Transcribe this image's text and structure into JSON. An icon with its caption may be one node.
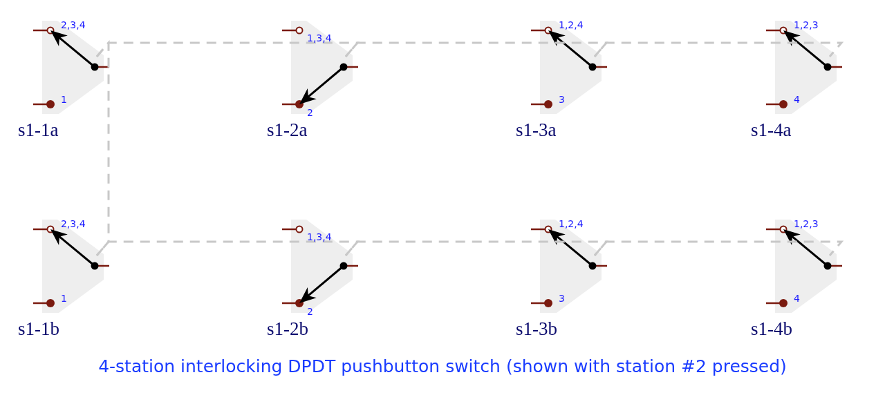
{
  "diagram": {
    "caption": "4-station interlocking DPDT pushbutton switch (shown with station #2 pressed)",
    "nodes": [
      {
        "text": [
          "2,3,4",
          "1",
          "s1-1a"
        ]
      },
      {
        "text": [
          "1,3,4",
          "2",
          "s1-2a"
        ]
      },
      {
        "text": [
          "1,2,4",
          "3",
          "s1-3a"
        ]
      },
      {
        "text": [
          "1,2,3",
          "4",
          "s1-4a"
        ]
      },
      {
        "text": [
          "2,3,4",
          "1",
          "s1-1b"
        ]
      },
      {
        "text": [
          "1,3,4",
          "2",
          "s1-2b"
        ]
      },
      {
        "text": [
          "1,2,4",
          "3",
          "s1-3b"
        ]
      },
      {
        "text": [
          "1,2,3",
          "4",
          "s1-4b"
        ]
      }
    ],
    "edges": [
      {
        "from": 0,
        "to": 1,
        "arrow": "none",
        "style": "dashed"
      },
      {
        "from": 1,
        "to": 2,
        "arrow": "none",
        "style": "dashed"
      },
      {
        "from": 2,
        "to": 3,
        "arrow": "none",
        "style": "dashed"
      },
      {
        "from": 0,
        "to": 4,
        "arrow": "none",
        "style": "dashed"
      },
      {
        "from": 4,
        "to": 5,
        "arrow": "none",
        "style": "dashed"
      },
      {
        "from": 5,
        "to": 6,
        "arrow": "none",
        "style": "dashed"
      },
      {
        "from": 6,
        "to": 7,
        "arrow": "none",
        "style": "dashed"
      }
    ]
  }
}
